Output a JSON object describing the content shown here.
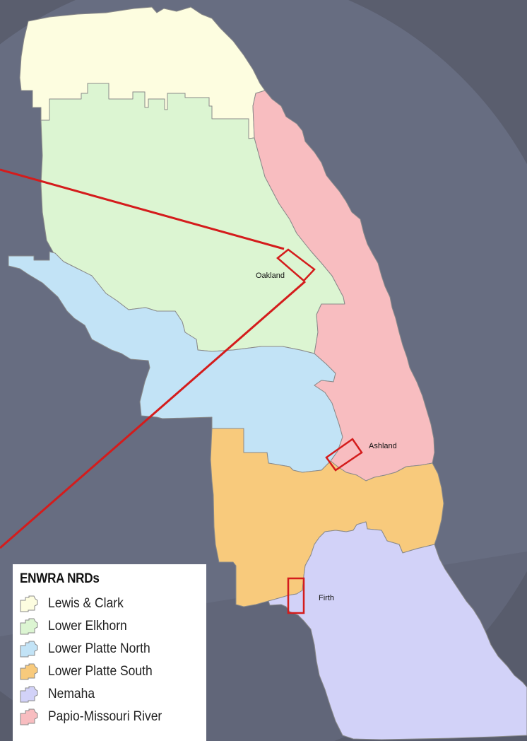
{
  "colors": {
    "background": "#5a5e6e",
    "halo": "#737a92",
    "site_box": "#d41c1c"
  },
  "places": {
    "oakland": "Oakland",
    "ashland": "Ashland",
    "firth": "Firth"
  },
  "legend": {
    "title": "ENWRA NRDs",
    "items": [
      {
        "label": "Lewis & Clark",
        "color": "#fdfde0",
        "region": "region-lewis-clark"
      },
      {
        "label": "Lower Elkhorn",
        "color": "#dcf5d2",
        "region": "region-lower-elkhorn"
      },
      {
        "label": "Lower Platte North",
        "color": "#c2e3f6",
        "region": "region-lower-platte-north"
      },
      {
        "label": "Lower Platte South",
        "color": "#f8ca7c",
        "region": "region-lower-platte-south"
      },
      {
        "label": "Nemaha",
        "color": "#d2d2f8",
        "region": "region-nemaha"
      },
      {
        "label": "Papio-Missouri River",
        "color": "#f8bdc0",
        "region": "region-papio-missouri"
      }
    ]
  }
}
